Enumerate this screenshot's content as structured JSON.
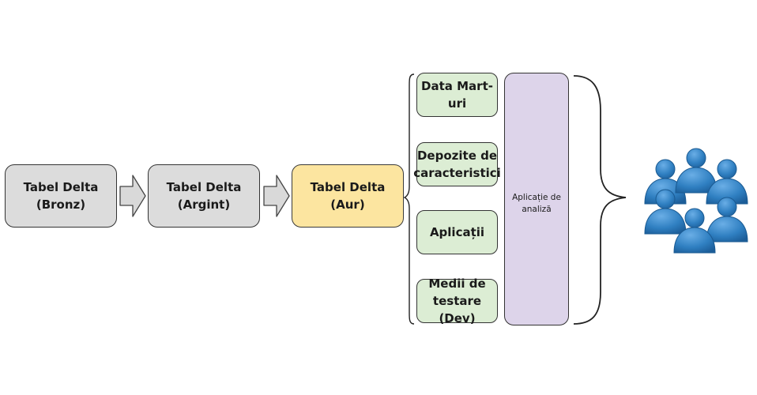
{
  "stages": [
    {
      "label": "Tabel Delta\n(Bronz)",
      "color": "#dcdcdc"
    },
    {
      "label": "Tabel Delta\n(Argint)",
      "color": "#dcdcdc"
    },
    {
      "label": "Tabel Delta\n(Aur)",
      "color": "#fce5a0"
    }
  ],
  "consumers": [
    {
      "label": "Data Mart-uri"
    },
    {
      "label": "Depozite de\ncaracteristici"
    },
    {
      "label": "Aplicații"
    },
    {
      "label": "Medii de\ntestare (Dev)"
    }
  ],
  "analytics_app": {
    "label": "Aplicație de\nanaliză",
    "color": "#ddd4ea"
  },
  "users_icon": "users-group-icon",
  "colors": {
    "consumer_fill": "#dcedd4",
    "user_fill": "#2f7fc1",
    "user_stroke": "#1a5a92"
  }
}
